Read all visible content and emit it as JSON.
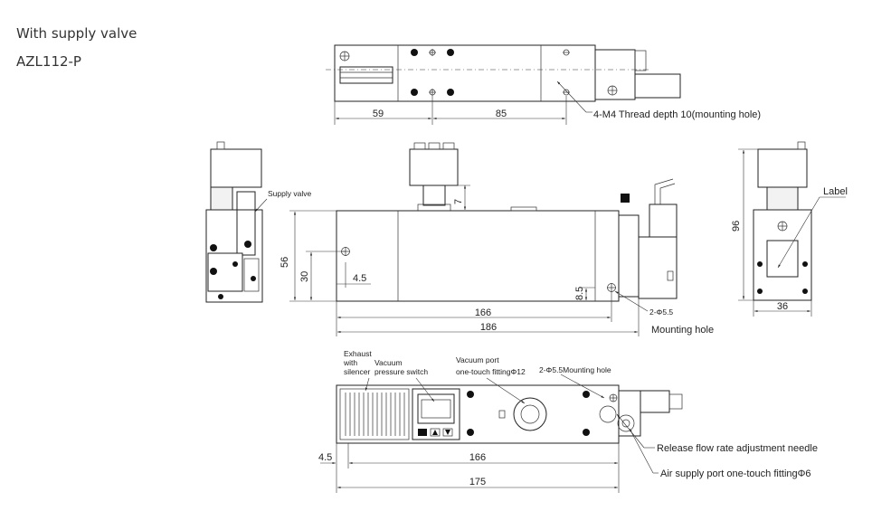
{
  "title": {
    "line1": "With supply valve",
    "line2": "AZL112-P"
  },
  "top_view": {
    "dim_59": "59",
    "dim_85": "85",
    "thread_note": "4-M4 Thread depth 10(mounting hole)"
  },
  "side_view": {
    "supply_valve": "Supply valve",
    "dim_7": "7",
    "dim_56": "56",
    "dim_30": "30",
    "dim_4_5": "4.5",
    "dim_8_5": "8.5",
    "dim_166": "166",
    "dim_186": "186",
    "hole_note": "2-Φ5.5",
    "mounting_hole": "Mounting hole"
  },
  "end_view": {
    "label": "Label",
    "dim_96": "96",
    "dim_36": "36"
  },
  "bottom_view": {
    "exhaust_1": "Exhaust",
    "exhaust_2": "with",
    "exhaust_3": "silencer",
    "vacuum_1": "Vacuum",
    "vacuum_2": "pressure switch",
    "port_1": "Vacuum port",
    "port_2": "one-touch fittingΦ12",
    "mount_note": "2-Φ5.5Mounting hole",
    "release_note": "Release flow rate adjustment needle",
    "air_note": "Air supply port one-touch fittingΦ6",
    "dim_4_5": "4.5",
    "dim_166": "166",
    "dim_175": "175"
  }
}
